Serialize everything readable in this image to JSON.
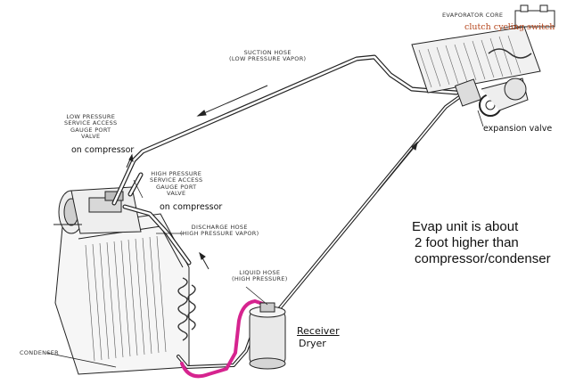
{
  "labels": {
    "evaporator_core": "EVAPORATOR CORE",
    "clutch_cycling_switch": "clutch cycling switch",
    "suction_hose_line1": "SUCTION HOSE",
    "suction_hose_line2": "(LOW PRESSURE VAPOR)",
    "expansion_valve": "expansion valve",
    "low_pressure_line1": "LOW PRESSURE",
    "low_pressure_line2": "SERVICE ACCESS",
    "low_pressure_line3": "GAUGE PORT",
    "low_pressure_line4": "VALVE",
    "low_on_compressor": "on compressor",
    "high_pressure_line1": "HIGH PRESSURE",
    "high_pressure_line2": "SERVICE ACCESS",
    "high_pressure_line3": "GAUGE PORT",
    "high_pressure_line4": "VALVE",
    "high_on_compressor": "on compressor",
    "discharge_hose_line1": "DISCHARGE HOSE",
    "discharge_hose_line2": "(HIGH PRESSURE VAPOR)",
    "liquid_hose_line1": "LIQUID HOSE",
    "liquid_hose_line2": "(HIGH PRESSURE)",
    "receiver": "Receiver",
    "dryer": "Dryer",
    "condenser": "CONDENSER",
    "evap_note_line1": "Evap unit is about",
    "evap_note_line2": "2 foot higher than",
    "evap_note_line3": "compressor/condenser"
  },
  "colors": {
    "line_art": "#222222",
    "highlight_hose": "#d6248f",
    "annotation_red": "#b5451b",
    "background": "#ffffff"
  }
}
